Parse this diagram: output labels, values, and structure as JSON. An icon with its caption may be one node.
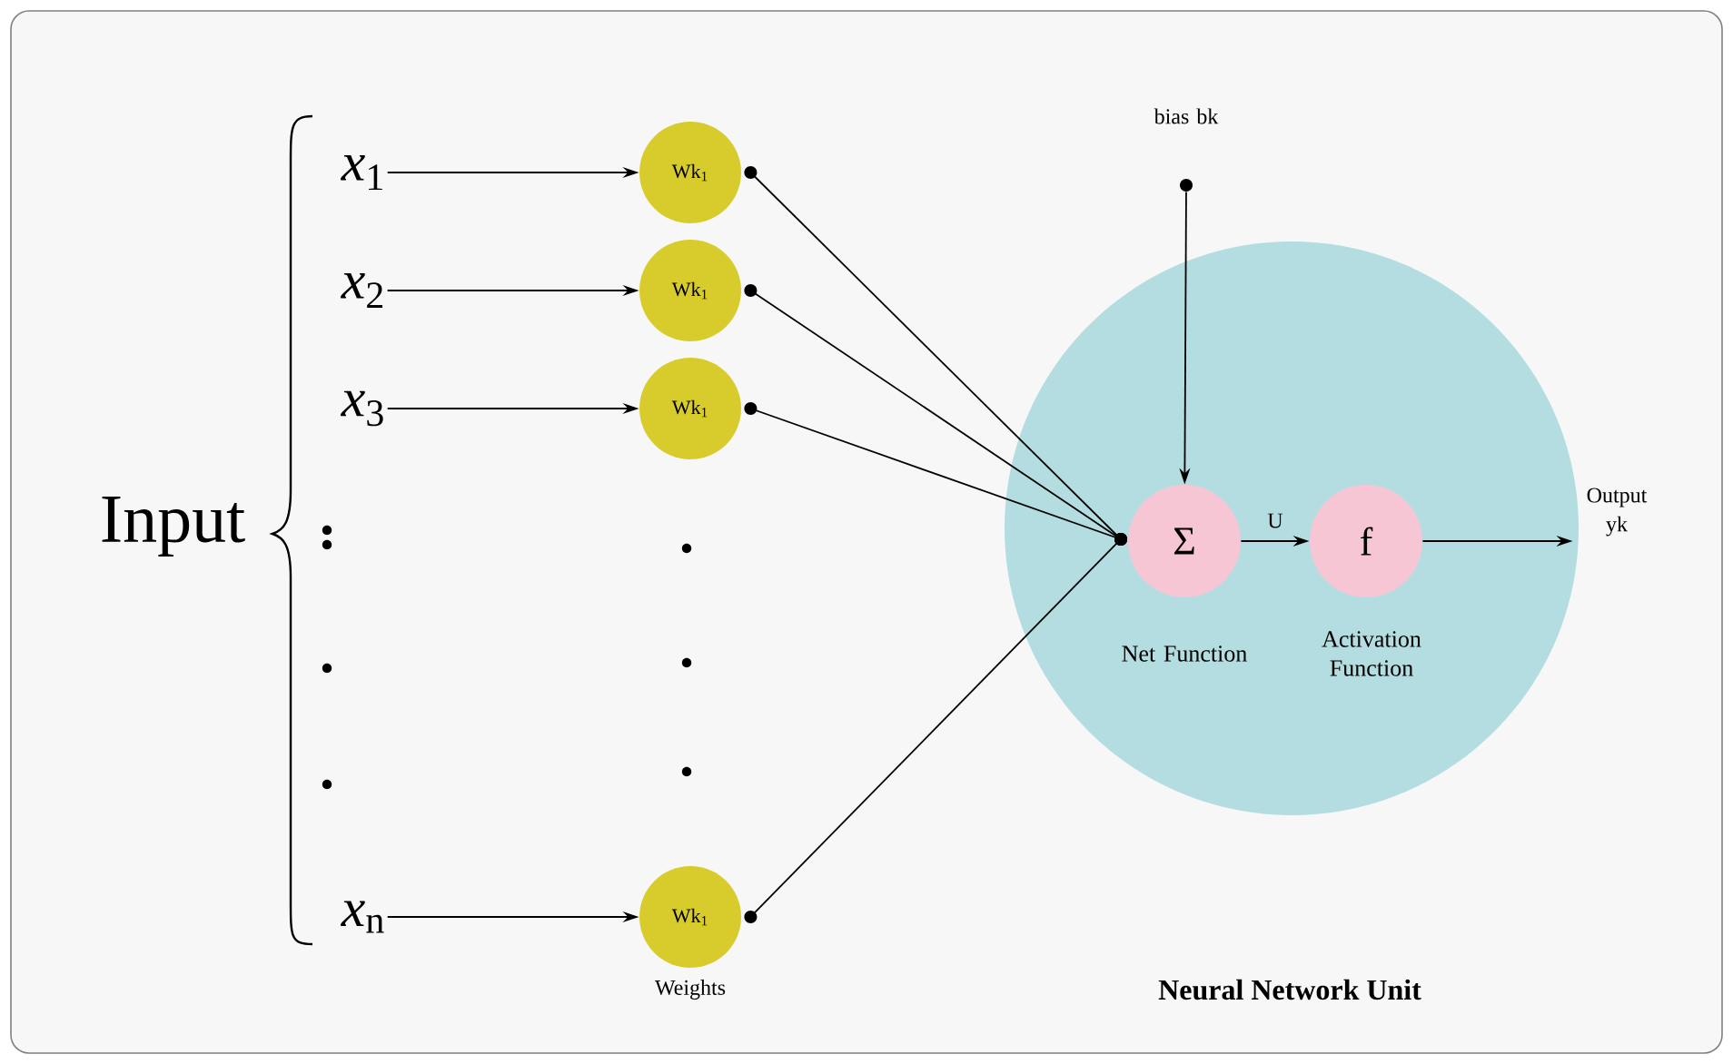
{
  "diagram": {
    "nodes": [
      {
        "text": [
          "*x*$_{1}$"
        ]
      },
      {
        "text": [
          "*x*$_{2}$"
        ]
      },
      {
        "text": [
          "*x*$_{3}$"
        ]
      },
      {
        "text": [
          "*x*$_{n}$"
        ]
      },
      {
        "text": [
          "Wk$_{1}$"
        ]
      },
      {
        "text": [
          "Wk$_{1}$"
        ]
      },
      {
        "text": [
          "Wk$_{1}$"
        ]
      },
      {
        "text": [
          "Wk$_{1}$"
        ]
      },
      {
        "text": [],
        "shape": "circle"
      },
      {
        "text": [
          "Σ"
        ],
        "beside": [
          "Net Function"
        ],
        "in": 8
      },
      {
        "text": [
          "f"
        ],
        "beside": [
          "Activation Function"
        ],
        "in": 8
      },
      {
        "text": [],
        "shape": "circle",
        "beside": [
          "bias bk"
        ]
      },
      {
        "text": [
          "Output yk"
        ]
      }
    ],
    "edges": [
      {
        "from": 0,
        "to": 4,
        "arrow": "to"
      },
      {
        "from": 1,
        "to": 5,
        "arrow": "to"
      },
      {
        "from": 2,
        "to": 6,
        "arrow": "to"
      },
      {
        "from": 3,
        "to": 7,
        "arrow": "to"
      },
      {
        "from": 4,
        "to": 9,
        "arrow": "other"
      },
      {
        "from": 5,
        "to": 9,
        "arrow": "other"
      },
      {
        "from": 6,
        "to": 9,
        "arrow": "other"
      },
      {
        "from": 7,
        "to": 9,
        "arrow": "other"
      },
      {
        "from": 11,
        "to": 9,
        "arrow": "to"
      },
      {
        "from": 9,
        "to": 10,
        "arrow": "to",
        "label": "U"
      },
      {
        "from": 10,
        "to": 12,
        "arrow": "to"
      }
    ],
    "labels": [
      "Input",
      "Weights",
      "Neural Network Unit"
    ]
  }
}
